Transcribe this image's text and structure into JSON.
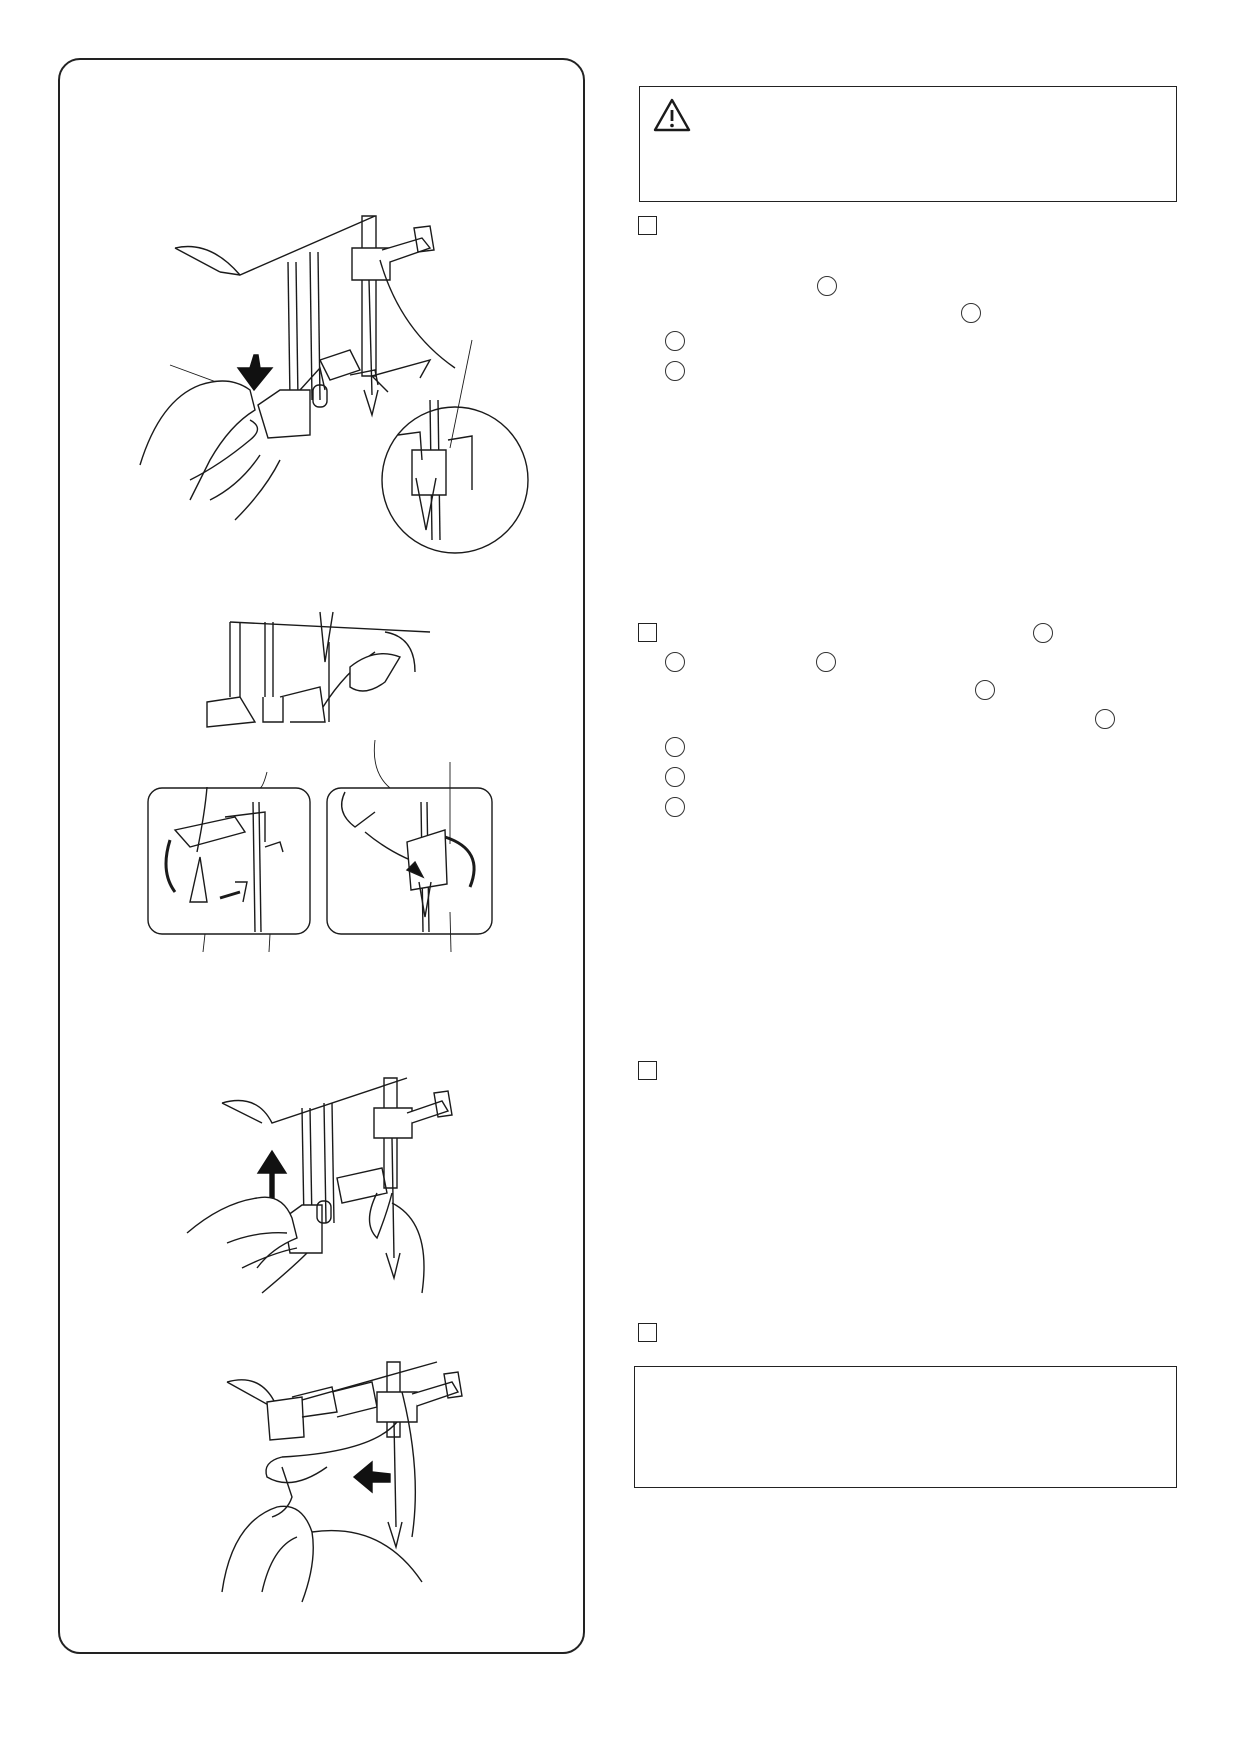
{
  "page": {
    "warning_icon": "warning-triangle-icon",
    "steps": [
      {
        "id": "step-1",
        "icon": "checkbox-icon"
      },
      {
        "id": "step-2",
        "icon": "checkbox-icon"
      },
      {
        "id": "step-3",
        "icon": "checkbox-icon"
      },
      {
        "id": "step-4",
        "icon": "checkbox-icon"
      }
    ],
    "reference_marker_icon": "circle-reference-icon",
    "illustrations": [
      "lower-needle-threader-lever-illustration",
      "hook-thread-on-guide-illustration",
      "release-lever-illustration",
      "pull-thread-loop-illustration"
    ],
    "colors": {
      "ink": "#1a1a1a",
      "paper": "#ffffff"
    }
  }
}
